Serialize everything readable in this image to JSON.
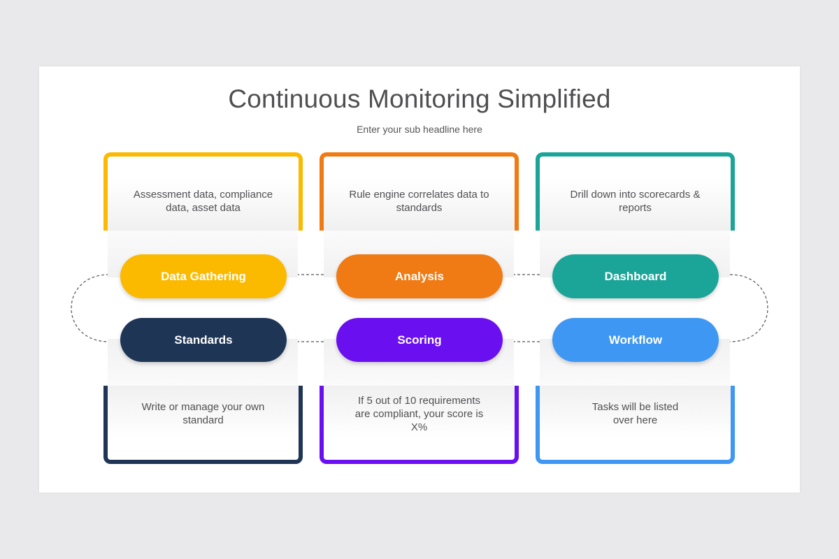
{
  "title": "Continuous Monitoring Simplified",
  "subtitle": "Enter your sub headline here",
  "colors": {
    "yellow": "#FBBA00",
    "orange": "#F07A13",
    "teal": "#1BA598",
    "navy": "#1F3556",
    "purple": "#6A0FF0",
    "blue": "#3E97F2"
  },
  "steps": [
    {
      "label": "Data Gathering",
      "text": "Assessment data, compliance data, asset data"
    },
    {
      "label": "Analysis",
      "text": "Rule engine correlates data to standards"
    },
    {
      "label": "Dashboard",
      "text": "Drill down into scorecards & reports"
    },
    {
      "label": "Standards",
      "text": "Write or manage your own standard"
    },
    {
      "label": "Scoring",
      "text": "If 5 out of 10 requirements are compliant, your score is X%"
    },
    {
      "label": "Workflow",
      "text": "Tasks will be listed over here"
    }
  ]
}
